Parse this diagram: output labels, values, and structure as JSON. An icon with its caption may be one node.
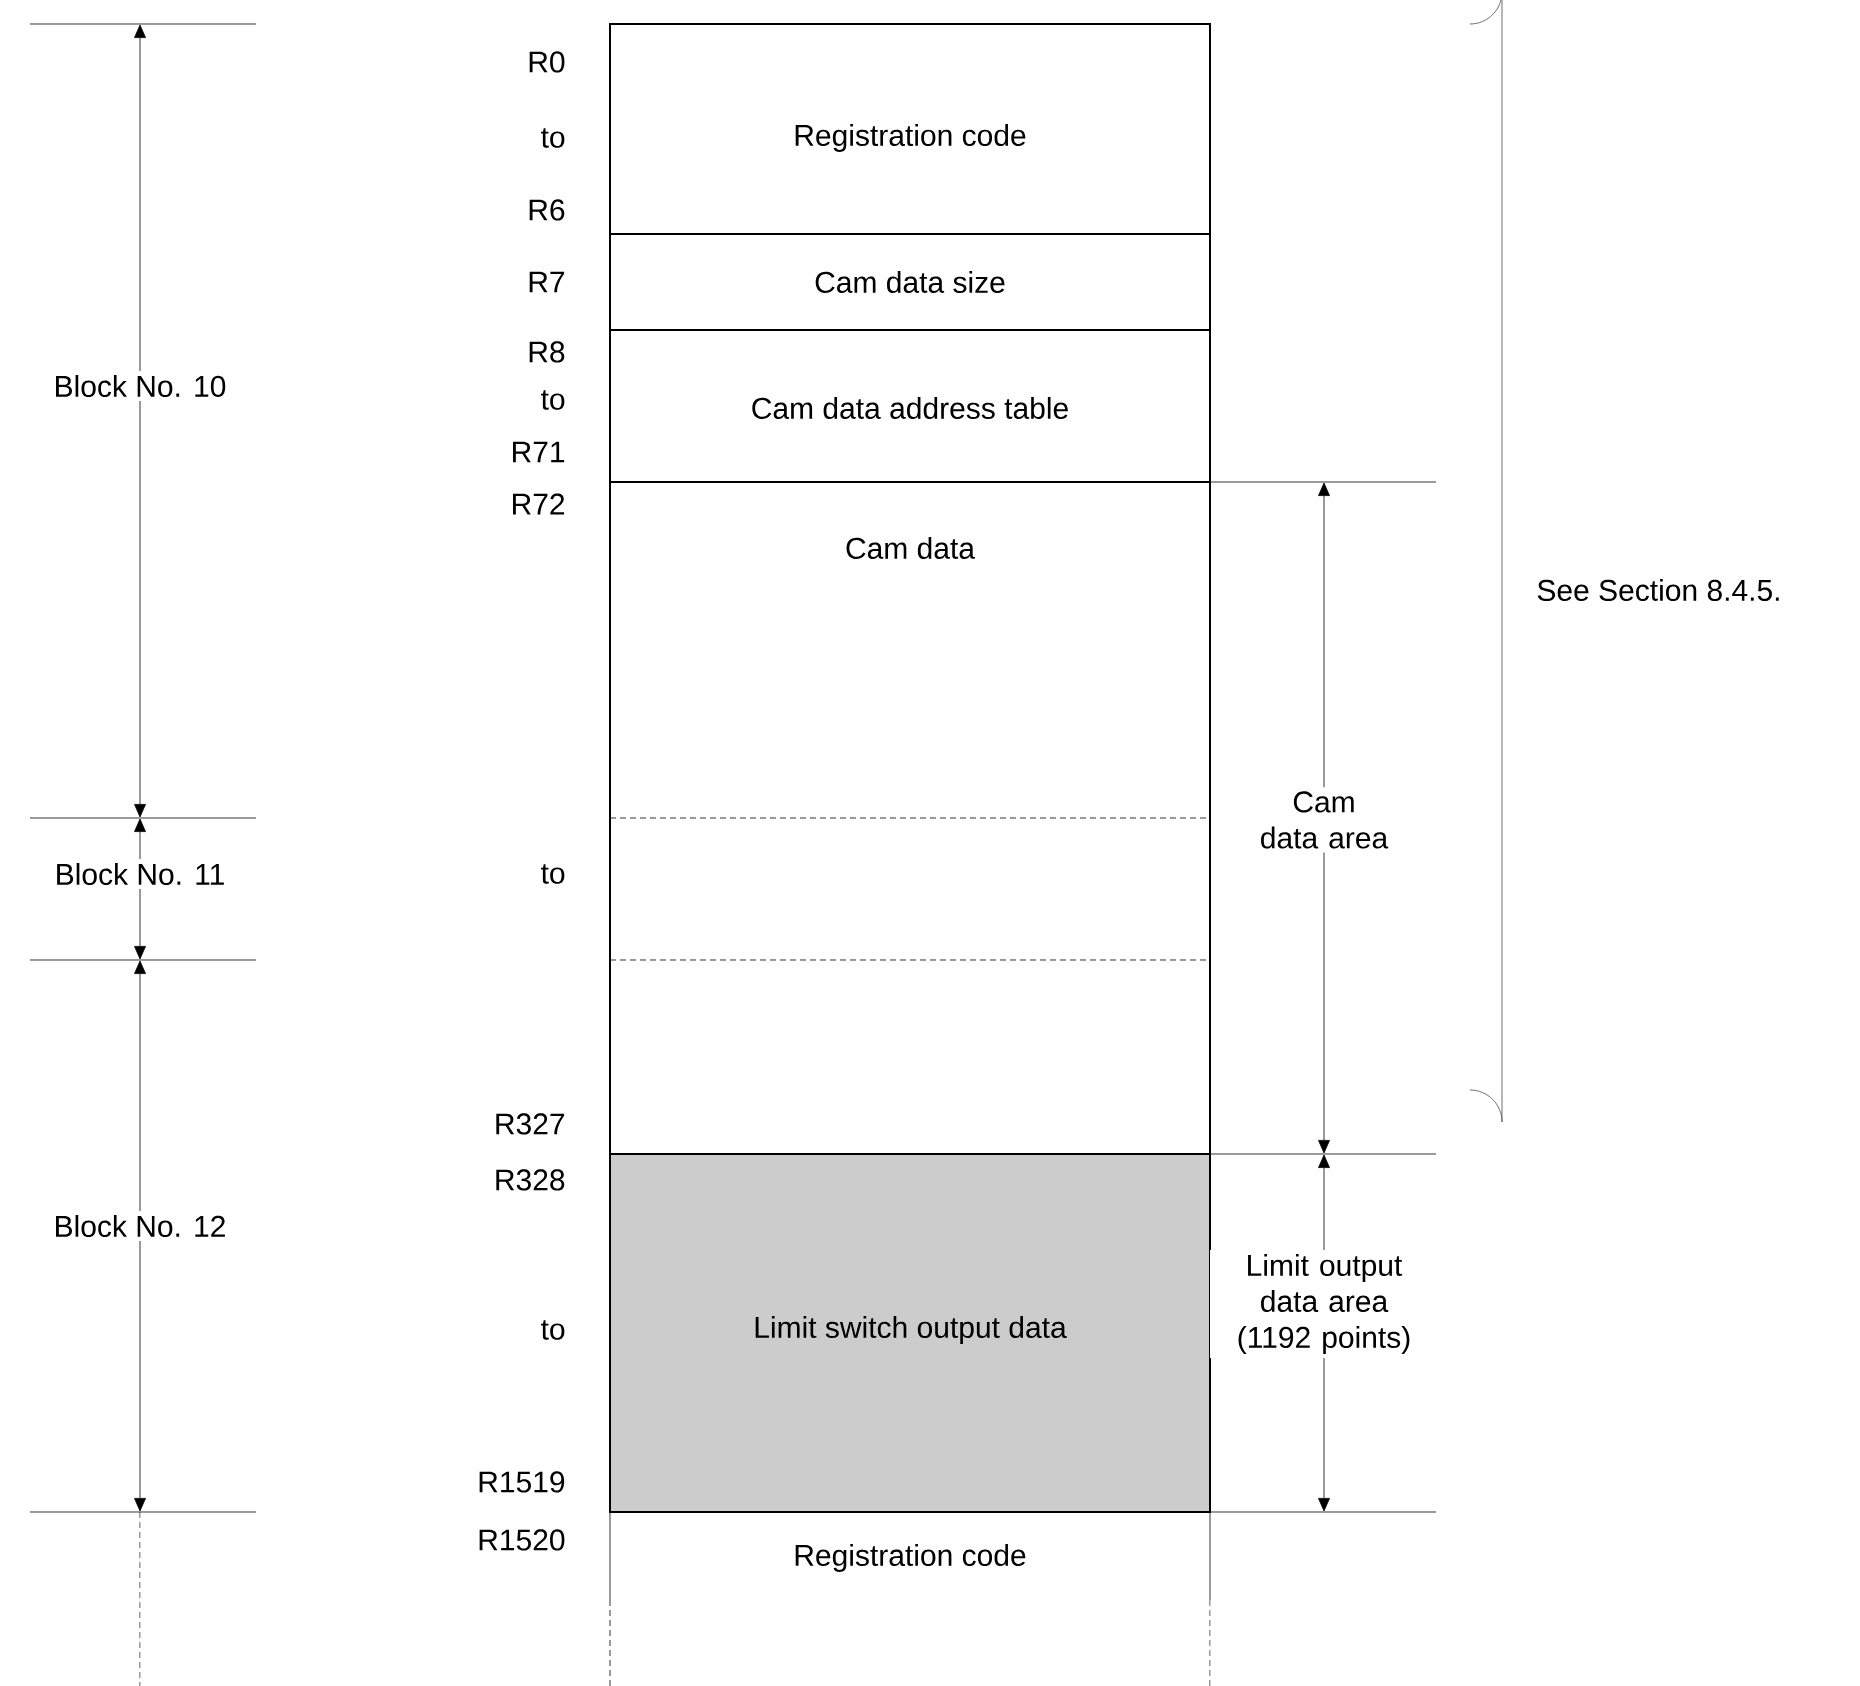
{
  "diagram": {
    "nodes": [
      {
        "text": [
          "Registration code"
        ]
      },
      {
        "text": [
          "Cam data size"
        ]
      },
      {
        "text": [
          "Cam data address table"
        ]
      },
      {
        "text": [
          "Cam data"
        ]
      },
      {
        "text": [
          "Limit switch output data"
        ]
      },
      {
        "text": [
          "Registration code"
        ]
      }
    ],
    "labels": [
      "R0",
      "to",
      "R6",
      "R7",
      "R8",
      "Block No. 10",
      "to",
      "R71",
      "R72",
      "See Section 8.4.5.",
      "Cam data area",
      "to",
      "Block No. 11",
      "R327",
      "R328",
      "Block No. 12",
      "to",
      "Limit output data area (1192 points)",
      "R1519",
      "R1520"
    ]
  }
}
